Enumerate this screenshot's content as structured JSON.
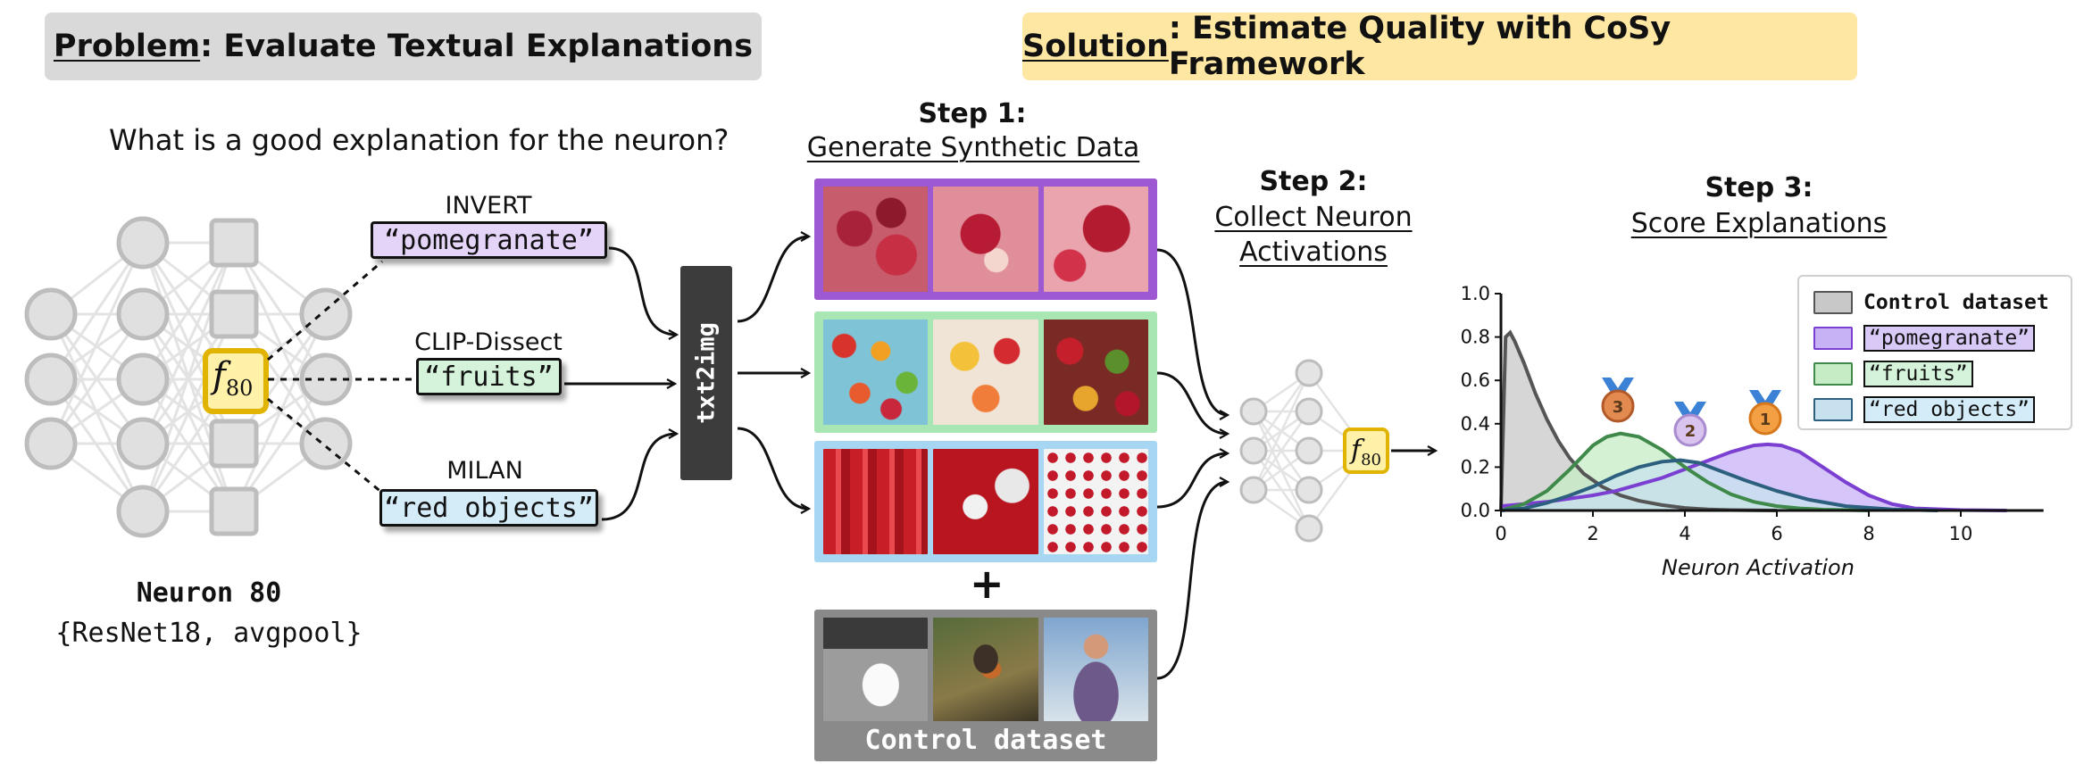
{
  "header": {
    "problem_keyword": "Problem",
    "problem_rest": ": Evaluate Textual Explanations",
    "solution_keyword": "Solution",
    "solution_rest": ": Estimate Quality with CoSy Framework",
    "problem_bg": "#d9d9d9",
    "solution_bg": "#fde7a3"
  },
  "question": "What is a good explanation for the neuron?",
  "neuron": {
    "node_label_symbol": "f",
    "node_label_sub": "80",
    "name": "Neuron 80",
    "model": "{ResNet18, avgpool}"
  },
  "methods": [
    {
      "name": "INVERT",
      "explanation": "“pomegranate”",
      "color": "#e4d4f8"
    },
    {
      "name": "CLIP-Dissect",
      "explanation": "“fruits”",
      "color": "#d5f3da"
    },
    {
      "name": "MILAN",
      "explanation": "“red objects”",
      "color": "#d4ebf8"
    }
  ],
  "generator_label": "txt2img",
  "step1": {
    "title": "Step 1:",
    "subtitle": "Generate Synthetic Data"
  },
  "step2": {
    "title": "Step 2:",
    "subtitle_line1": "Collect Neuron",
    "subtitle_line2": "Activations"
  },
  "step3": {
    "title": "Step 3:",
    "subtitle": "Score Explanations"
  },
  "strip_colors": [
    "#9c59d1",
    "#a8e6b4",
    "#a6d6f2"
  ],
  "plus_sign": "+",
  "control_label": "Control dataset",
  "ranks": [
    "3",
    "2",
    "1"
  ],
  "legend": [
    {
      "label": "Control dataset",
      "fill": "#c8c8c8",
      "edge": "#555555"
    },
    {
      "label": "“pomegranate”",
      "fill": "#c7b2f5",
      "edge": "#7b3fd1"
    },
    {
      "label": "“fruits”",
      "fill": "#c6ecc6",
      "edge": "#3f8a4a"
    },
    {
      "label": "“red objects”",
      "fill": "#c7e2ee",
      "edge": "#2d5f7e"
    }
  ],
  "chart_data": {
    "type": "area",
    "title": "",
    "xlabel": "Neuron Activation",
    "ylabel": "",
    "xlim": [
      0,
      11.8
    ],
    "ylim": [
      0,
      1.0
    ],
    "x_ticks": [
      0,
      2,
      4,
      6,
      8,
      10
    ],
    "y_ticks": [
      "0.0",
      "0.2",
      "0.4",
      "0.6",
      "0.8",
      "1.0"
    ],
    "grid": false,
    "legend_position": "top-right",
    "series": [
      {
        "name": "Control dataset",
        "color": "#555555",
        "fill": "#c8c8c8",
        "x": [
          0,
          0.1,
          0.2,
          0.3,
          0.5,
          0.75,
          1.0,
          1.25,
          1.5,
          1.8,
          2.2,
          2.6,
          3.0,
          3.5,
          4.0,
          4.5,
          5.0,
          6.0
        ],
        "y": [
          0.0,
          0.8,
          0.82,
          0.78,
          0.68,
          0.54,
          0.42,
          0.32,
          0.24,
          0.17,
          0.11,
          0.07,
          0.045,
          0.025,
          0.012,
          0.005,
          0.002,
          0.0
        ]
      },
      {
        "name": "“pomegranate”",
        "color": "#7b3fd1",
        "fill": "#c7b2f5",
        "x": [
          0,
          1,
          2,
          2.5,
          3,
          3.5,
          4,
          4.5,
          5,
          5.5,
          5.8,
          6.1,
          6.5,
          7,
          7.5,
          8,
          8.5,
          9,
          10,
          11
        ],
        "y": [
          0.02,
          0.04,
          0.07,
          0.09,
          0.12,
          0.15,
          0.19,
          0.23,
          0.27,
          0.3,
          0.305,
          0.3,
          0.27,
          0.2,
          0.13,
          0.07,
          0.03,
          0.01,
          0.002,
          0.0
        ]
      },
      {
        "name": "“fruits”",
        "color": "#3f8a4a",
        "fill": "#c6ecc6",
        "x": [
          0,
          0.5,
          1,
          1.5,
          2,
          2.3,
          2.6,
          3,
          3.5,
          4,
          4.5,
          5,
          5.5,
          6,
          6.5,
          7,
          8
        ],
        "y": [
          0.0,
          0.03,
          0.09,
          0.19,
          0.3,
          0.34,
          0.355,
          0.34,
          0.28,
          0.2,
          0.13,
          0.075,
          0.04,
          0.02,
          0.01,
          0.004,
          0.0
        ]
      },
      {
        "name": "“red objects”",
        "color": "#2d5f7e",
        "fill": "#c7e2ee",
        "x": [
          0,
          0.5,
          1,
          1.5,
          2,
          2.5,
          3,
          3.5,
          3.9,
          4.3,
          4.8,
          5.3,
          6,
          6.7,
          7.5,
          8.5,
          9.5
        ],
        "y": [
          0.0,
          0.01,
          0.035,
          0.07,
          0.11,
          0.16,
          0.2,
          0.225,
          0.232,
          0.22,
          0.18,
          0.14,
          0.09,
          0.05,
          0.02,
          0.005,
          0.0
        ]
      }
    ]
  }
}
